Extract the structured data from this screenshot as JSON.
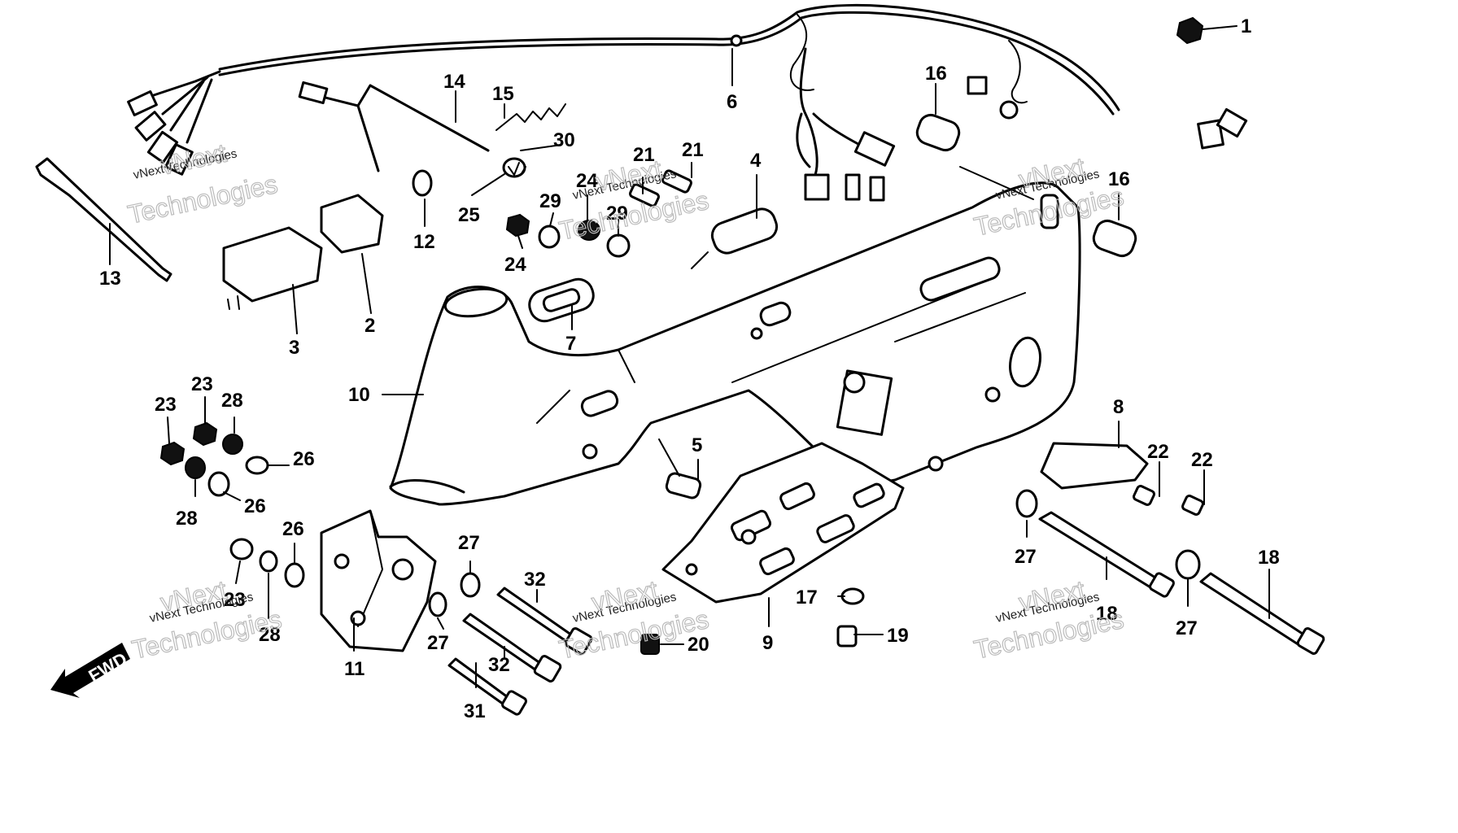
{
  "labels": {
    "l1": "1",
    "l2": "2",
    "l3": "3",
    "l4": "4",
    "l5": "5",
    "l6": "6",
    "l7": "7",
    "l8": "8",
    "l9": "9",
    "l10": "10",
    "l11": "11",
    "l12": "12",
    "l13": "13",
    "l14": "14",
    "l15": "15",
    "l16a": "16",
    "l16b": "16",
    "l17": "17",
    "l18a": "18",
    "l18b": "18",
    "l19": "19",
    "l20": "20",
    "l21a": "21",
    "l21b": "21",
    "l22a": "22",
    "l22b": "22",
    "l23a": "23",
    "l23b": "23",
    "l23c": "23",
    "l24a": "24",
    "l24b": "24",
    "l25": "25",
    "l26a": "26",
    "l26b": "26",
    "l26c": "26",
    "l27a": "27",
    "l27b": "27",
    "l27c": "27",
    "l27d": "27",
    "l28a": "28",
    "l28b": "28",
    "l28c": "28",
    "l29a": "29",
    "l29b": "29",
    "l30": "30",
    "l31": "31",
    "l32a": "32",
    "l32b": "32"
  },
  "direction_arrow": {
    "text": "FWD"
  },
  "watermark": {
    "line1": "vNext Technologies",
    "line2": "vNext",
    "line3": "Technologies"
  }
}
